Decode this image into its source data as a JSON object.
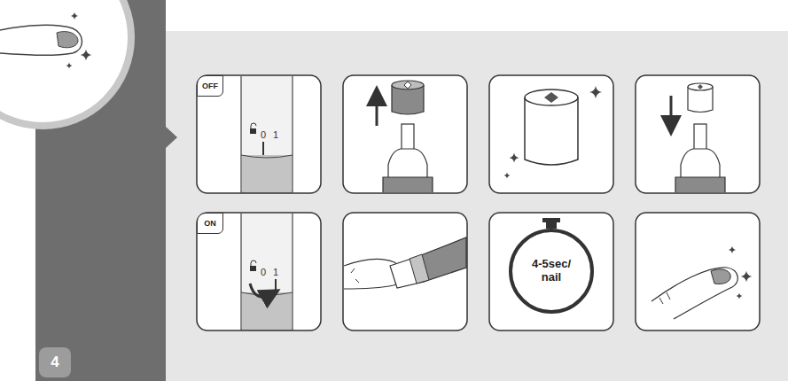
{
  "diagram": {
    "nodes": [
      {
        "text": [
          "OFF"
        ]
      },
      {
        "text": [
          "ON"
        ]
      },
      {
        "text": [
          "4-5sec/ nail"
        ]
      },
      {
        "text": [
          "4"
        ]
      }
    ],
    "labels": [
      "0",
      "1",
      "0",
      "1"
    ]
  }
}
